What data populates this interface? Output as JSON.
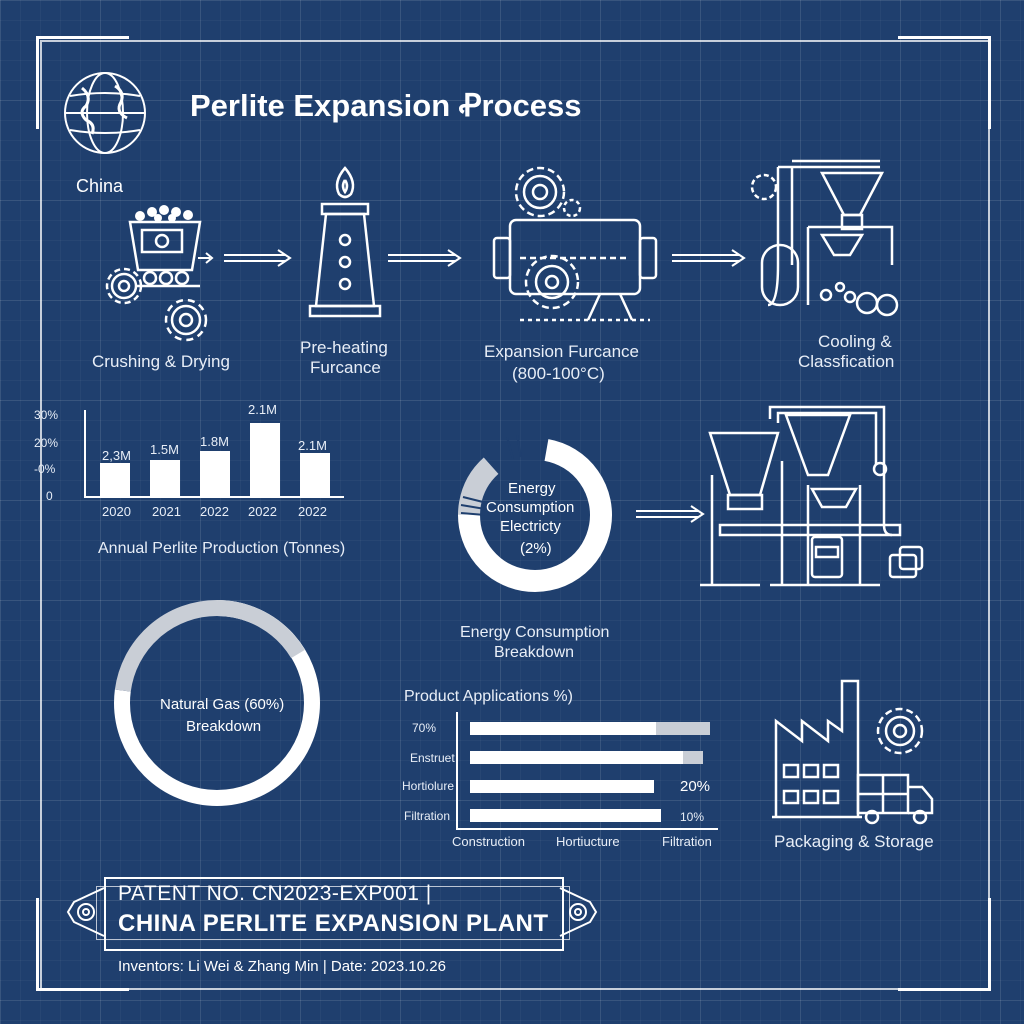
{
  "title": "Perlite Expansion Ꝓrocess",
  "region_label": "China",
  "process_steps": [
    {
      "label": "Crushing & Drying"
    },
    {
      "label_line1": "Pre-heating",
      "label_line2": "Furcance"
    },
    {
      "label_line1": "Expansion Furcance",
      "label_line2": "(800-100°C)"
    },
    {
      "label_line1": "Cooling &",
      "label_line2": "Classfication"
    }
  ],
  "production_chart": {
    "title": "Annual Perlite Production (Tonnes)",
    "y_ticks": [
      "30%",
      "20%",
      "-0%",
      "0"
    ],
    "categories": [
      "2020",
      "2021",
      "2022",
      "2022",
      "2022"
    ],
    "value_labels": [
      "2,3M",
      "1.5M",
      "1.8M",
      "2.1M",
      "2.1M"
    ]
  },
  "energy_donut": {
    "center_line1": "Energy",
    "center_line2": "Consumption",
    "center_line3": "Electricty",
    "center_line4": "(2%)",
    "caption_line1": "Energy Consumption",
    "caption_line2": "Breakdown"
  },
  "gas_donut": {
    "center_line1": "Natural Gas (60%)",
    "center_line2": "Breakdown"
  },
  "applications_chart": {
    "title": "Product Applications %)",
    "row_labels": [
      "70%",
      "Enstruet",
      "Hortiolure",
      "Filtration"
    ],
    "right_labels": [
      "",
      "",
      "20%",
      "10%"
    ],
    "x_labels": [
      "Construction",
      "Hortiucture",
      "Filtration"
    ]
  },
  "packaging_label": "Packaging & Storage",
  "patent": {
    "number": "PATENT NO. CN2023-EXP001 |",
    "plant": "CHINA PERLITE EXPANSION PLANT",
    "footer": "Inventors: Li Wei & Zhang Min  |  Date: 2023.10.26"
  },
  "chart_data": [
    {
      "type": "bar",
      "title": "Annual Perlite Production (Tonnes)",
      "categories": [
        "2020",
        "2021",
        "2022",
        "2022",
        "2022"
      ],
      "values": [
        2.3,
        1.5,
        1.8,
        2.1,
        2.1
      ],
      "value_labels": [
        "2,3M",
        "1.5M",
        "1.8M",
        "2.1M",
        "2.1M"
      ],
      "y_ticks": [
        "30%",
        "20%",
        "-0%",
        "0"
      ],
      "bar_levels": [
        0.38,
        0.42,
        0.52,
        0.85,
        0.5
      ]
    },
    {
      "type": "pie",
      "title": "Energy Consumption Breakdown",
      "segments": [
        {
          "name": "Electricty",
          "value": 2
        }
      ]
    },
    {
      "type": "pie",
      "title": "Natural Gas (60%) Breakdown",
      "segments": [
        {
          "name": "Natural Gas",
          "value": 60
        }
      ]
    },
    {
      "type": "bar",
      "title": "Product Applications %)",
      "categories": [
        "70%",
        "Enstruet",
        "Hortiolure",
        "Filtration"
      ],
      "values": [
        70,
        65,
        20,
        10
      ],
      "bar_levels": [
        0.98,
        0.95,
        0.75,
        0.78
      ],
      "grey_levels": [
        0.22,
        0.08,
        0,
        0
      ]
    }
  ]
}
